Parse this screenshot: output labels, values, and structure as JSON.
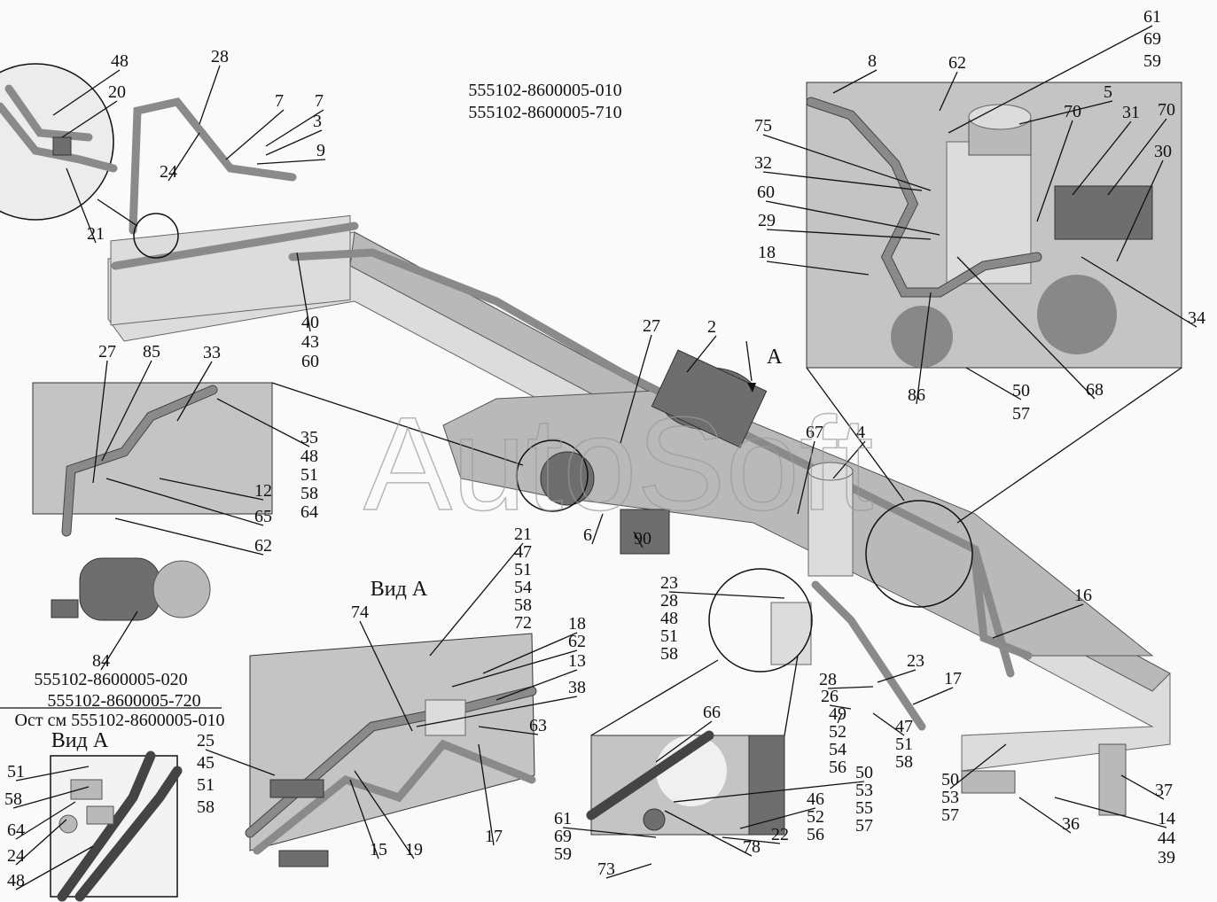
{
  "header": {
    "codes": [
      "555102-8600005-010",
      "555102-8600005-710"
    ]
  },
  "watermark": "AutoSoft",
  "view_arrow_label": "A",
  "variant_note": {
    "codes": [
      "555102-8600005-020",
      "555102-8600005-720"
    ],
    "rest_note": "Ост см 555102-8600005-010"
  },
  "view_titles": {
    "main_view": "Вид А",
    "small_view": "Вид А"
  },
  "callouts": [
    {
      "id": "tl-48",
      "lines": [
        "48"
      ]
    },
    {
      "id": "tl-20",
      "lines": [
        "20"
      ]
    },
    {
      "id": "tl-28",
      "lines": [
        "28"
      ]
    },
    {
      "id": "tl-7a",
      "lines": [
        "7"
      ]
    },
    {
      "id": "tl-7b",
      "lines": [
        "7"
      ]
    },
    {
      "id": "tl-3",
      "lines": [
        "3"
      ]
    },
    {
      "id": "tl-9",
      "lines": [
        "9"
      ]
    },
    {
      "id": "tl-24",
      "lines": [
        "24"
      ]
    },
    {
      "id": "tl-21",
      "lines": [
        "21"
      ]
    },
    {
      "id": "frame-40",
      "lines": [
        "40",
        "43",
        "60"
      ]
    },
    {
      "id": "tr-8",
      "lines": [
        "8"
      ]
    },
    {
      "id": "tr-62",
      "lines": [
        "62"
      ]
    },
    {
      "id": "tr-61",
      "lines": [
        "61",
        "69",
        "59"
      ]
    },
    {
      "id": "tr-5",
      "lines": [
        "5"
      ]
    },
    {
      "id": "tr-75",
      "lines": [
        "75"
      ]
    },
    {
      "id": "tr-70a",
      "lines": [
        "70"
      ]
    },
    {
      "id": "tr-31",
      "lines": [
        "31"
      ]
    },
    {
      "id": "tr-70b",
      "lines": [
        "70"
      ]
    },
    {
      "id": "tr-32",
      "lines": [
        "32"
      ]
    },
    {
      "id": "tr-30",
      "lines": [
        "30"
      ]
    },
    {
      "id": "tr-60",
      "lines": [
        "60"
      ]
    },
    {
      "id": "tr-29",
      "lines": [
        "29"
      ]
    },
    {
      "id": "tr-18",
      "lines": [
        "18"
      ]
    },
    {
      "id": "tr-34",
      "lines": [
        "34"
      ]
    },
    {
      "id": "tr-86",
      "lines": [
        "86"
      ]
    },
    {
      "id": "tr-50",
      "lines": [
        "50",
        "57"
      ]
    },
    {
      "id": "tr-68",
      "lines": [
        "68"
      ]
    },
    {
      "id": "m-27",
      "lines": [
        "27"
      ]
    },
    {
      "id": "m-2",
      "lines": [
        "2"
      ]
    },
    {
      "id": "m-67",
      "lines": [
        "67"
      ]
    },
    {
      "id": "m-4",
      "lines": [
        "4"
      ]
    },
    {
      "id": "m-16",
      "lines": [
        "16"
      ]
    },
    {
      "id": "m-6",
      "lines": [
        "6"
      ]
    },
    {
      "id": "m-90",
      "lines": [
        "90"
      ]
    },
    {
      "id": "m-23",
      "lines": [
        "23",
        "28",
        "48",
        "51",
        "58"
      ]
    },
    {
      "id": "m-23b",
      "lines": [
        "23"
      ]
    },
    {
      "id": "m-17",
      "lines": [
        "17"
      ]
    },
    {
      "id": "m-28",
      "lines": [
        "28"
      ]
    },
    {
      "id": "m-26",
      "lines": [
        "26"
      ]
    },
    {
      "id": "m-49",
      "lines": [
        "49",
        "52",
        "54",
        "56"
      ]
    },
    {
      "id": "m-47",
      "lines": [
        "47",
        "51",
        "58"
      ]
    },
    {
      "id": "m-50",
      "lines": [
        "50",
        "53",
        "55",
        "57"
      ]
    },
    {
      "id": "m-46",
      "lines": [
        "46",
        "52",
        "56"
      ]
    },
    {
      "id": "m-50b",
      "lines": [
        "50",
        "53",
        "57"
      ]
    },
    {
      "id": "b-66",
      "lines": [
        "66"
      ]
    },
    {
      "id": "b-22",
      "lines": [
        "22"
      ]
    },
    {
      "id": "b-78",
      "lines": [
        "78"
      ]
    },
    {
      "id": "b-61",
      "lines": [
        "61",
        "69",
        "59"
      ]
    },
    {
      "id": "b-73",
      "lines": [
        "73"
      ]
    },
    {
      "id": "r-36",
      "lines": [
        "36"
      ]
    },
    {
      "id": "r-37",
      "lines": [
        "37"
      ]
    },
    {
      "id": "r-14",
      "lines": [
        "14",
        "44",
        "39"
      ]
    },
    {
      "id": "l-27",
      "lines": [
        "27"
      ]
    },
    {
      "id": "l-85",
      "lines": [
        "85"
      ]
    },
    {
      "id": "l-33",
      "lines": [
        "33"
      ]
    },
    {
      "id": "l-35",
      "lines": [
        "35",
        "48",
        "51",
        "58",
        "64"
      ]
    },
    {
      "id": "l-12",
      "lines": [
        "12"
      ]
    },
    {
      "id": "l-65",
      "lines": [
        "65"
      ]
    },
    {
      "id": "l-62",
      "lines": [
        "62"
      ]
    },
    {
      "id": "l-84",
      "lines": [
        "84"
      ]
    },
    {
      "id": "sv-51",
      "lines": [
        "51"
      ]
    },
    {
      "id": "sv-58",
      "lines": [
        "58"
      ]
    },
    {
      "id": "sv-64",
      "lines": [
        "64"
      ]
    },
    {
      "id": "sv-24",
      "lines": [
        "24"
      ]
    },
    {
      "id": "sv-48",
      "lines": [
        "48"
      ]
    },
    {
      "id": "va-25",
      "lines": [
        "25",
        "45",
        "51",
        "58"
      ]
    },
    {
      "id": "va-74",
      "lines": [
        "74"
      ]
    },
    {
      "id": "va-21",
      "lines": [
        "21",
        "47",
        "51",
        "54",
        "58",
        "72"
      ]
    },
    {
      "id": "va-18",
      "lines": [
        "18"
      ]
    },
    {
      "id": "va-62",
      "lines": [
        "62"
      ]
    },
    {
      "id": "va-13",
      "lines": [
        "13"
      ]
    },
    {
      "id": "va-38",
      "lines": [
        "38"
      ]
    },
    {
      "id": "va-63",
      "lines": [
        "63"
      ]
    },
    {
      "id": "va-17",
      "lines": [
        "17"
      ]
    },
    {
      "id": "va-15",
      "lines": [
        "15"
      ]
    },
    {
      "id": "va-19",
      "lines": [
        "19"
      ]
    }
  ]
}
